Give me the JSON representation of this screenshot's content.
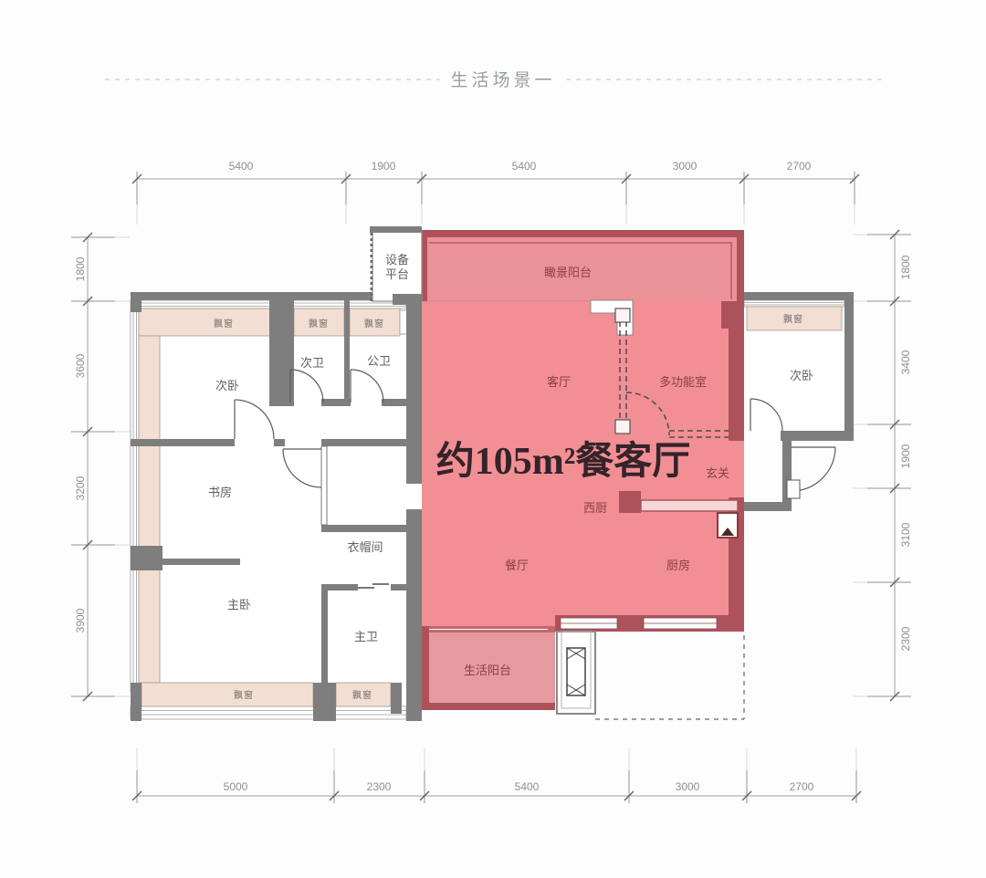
{
  "title": "生活场景一",
  "highlight": {
    "label": "约105m²餐客厅",
    "fill_color": "#f18f95",
    "wall_color": "#ad525b"
  },
  "rooms": {
    "equipment_line1": "设备",
    "equipment_line2": "平台",
    "view_balcony": "瞰景阳台",
    "bay_window": "飘窗",
    "secondary_bedroom": "次卧",
    "secondary_bath": "次卫",
    "public_bath": "公卫",
    "living_room": "客厅",
    "multi_function_room": "多功能室",
    "foyer": "玄关",
    "west_kitchen": "西厨",
    "study": "书房",
    "cloakroom": "衣帽间",
    "dining_room": "餐厅",
    "kitchen": "厨房",
    "master_bedroom": "主卧",
    "master_bath": "主卫",
    "life_balcony": "生活阳台"
  },
  "dimensions": {
    "top": [
      "5400",
      "1900",
      "5400",
      "3000",
      "2700"
    ],
    "bottom": [
      "5000",
      "2300",
      "5400",
      "3000",
      "2700"
    ],
    "left": [
      "1800",
      "3600",
      "3200",
      "3900"
    ],
    "right": [
      "1800",
      "3400",
      "1900",
      "3100",
      "2300"
    ]
  },
  "colors": {
    "wall_gray": "#7e7e7e",
    "bay_fill": "#f3ded3",
    "label_gray": "#5f5f5f",
    "label_red": "#8a3f44",
    "title_gray": "#98a0a1"
  }
}
